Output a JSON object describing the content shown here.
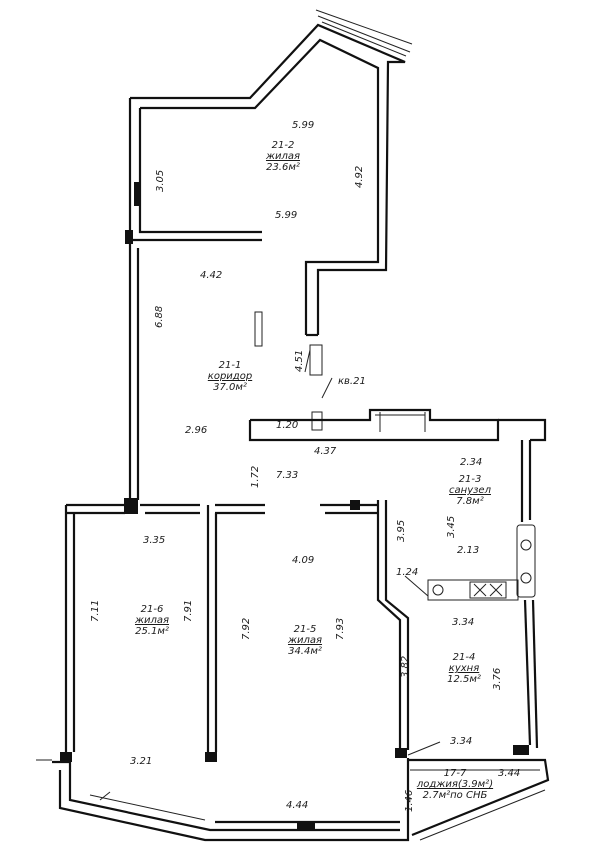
{
  "rooms": [
    {
      "id": "21-2",
      "type": "жилая",
      "area": "23.6м²"
    },
    {
      "id": "21-1",
      "type": "коридор",
      "area": "37.0м²"
    },
    {
      "id": "21-3",
      "type": "санузел",
      "area": "7.8м²"
    },
    {
      "id": "21-6",
      "type": "жилая",
      "area": "25.1м²"
    },
    {
      "id": "21-5",
      "type": "жилая",
      "area": "34.4м²"
    },
    {
      "id": "21-4",
      "type": "кухня",
      "area": "12.5м²"
    },
    {
      "id": "17-7",
      "type": "лоджия(3.9м²)",
      "area": "2.7м²по СНБ"
    }
  ],
  "dimensions": {
    "d_599_top": "5.99",
    "d_599_mid": "5.99",
    "d_305": "3.05",
    "d_492": "4.92",
    "d_442": "4.42",
    "d_688": "6.88",
    "d_451": "4.51",
    "d_kv": "кв.21",
    "d_296": "2.96",
    "d_120": "1.20",
    "d_437": "4.37",
    "d_234": "2.34",
    "d_172": "1.72",
    "d_733": "7.33",
    "d_395": "3.95",
    "d_345": "3.45",
    "d_213": "2.13",
    "d_335": "3.35",
    "d_409": "4.09",
    "d_124": "1.24",
    "d_711": "7.11",
    "d_791": "7.91",
    "d_792": "7.92",
    "d_793": "7.93",
    "d_334a": "3.34",
    "d_382": "3.82",
    "d_376": "3.76",
    "d_334b": "3.34",
    "d_344": "3.44",
    "d_321": "3.21",
    "d_444": "4.44",
    "d_146": "1.46"
  }
}
